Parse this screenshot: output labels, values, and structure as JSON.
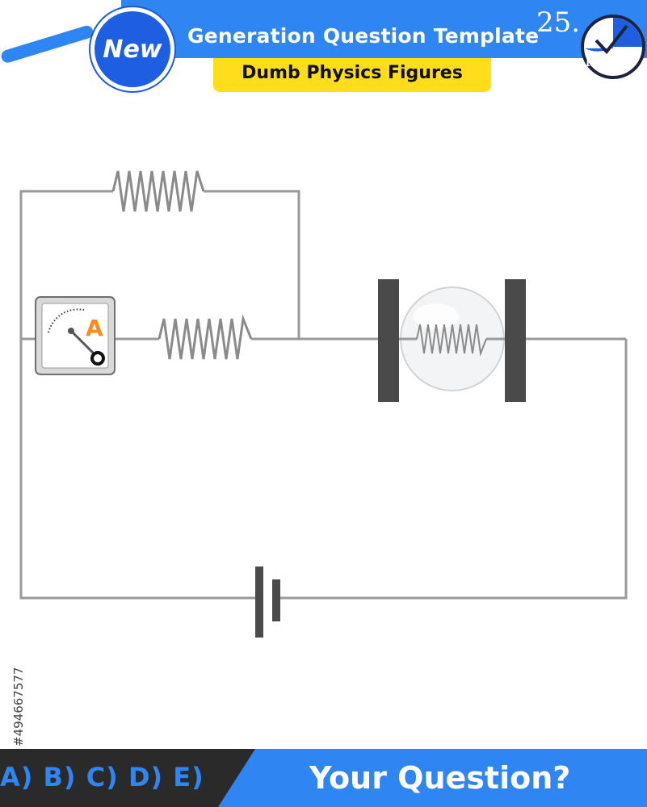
{
  "header": {
    "title": "Generation Question Template",
    "subtitle": "Dumb Physics Figures",
    "badge": "New",
    "clock_number": "25.",
    "clock_unit": "hour"
  },
  "diagram": {
    "ammeter_label": "A",
    "components": [
      "resistor-top",
      "ammeter",
      "resistor-middle",
      "lamp",
      "battery"
    ]
  },
  "footer": {
    "answer_options": "A) B) C) D) E)",
    "question_prompt": "Your Question?"
  },
  "watermark": {
    "stock_id": "#494667577"
  },
  "colors": {
    "accent_blue": "#2f86f2",
    "badge_blue": "#1d5fe0",
    "yellow": "#ffdd1a",
    "dark": "#2a2a2a",
    "ammeter_orange": "#ff8b1a",
    "wire": "#9a9a9a"
  },
  "icons": [
    "magnifier-icon",
    "clock-icon",
    "checkmark-icon"
  ]
}
